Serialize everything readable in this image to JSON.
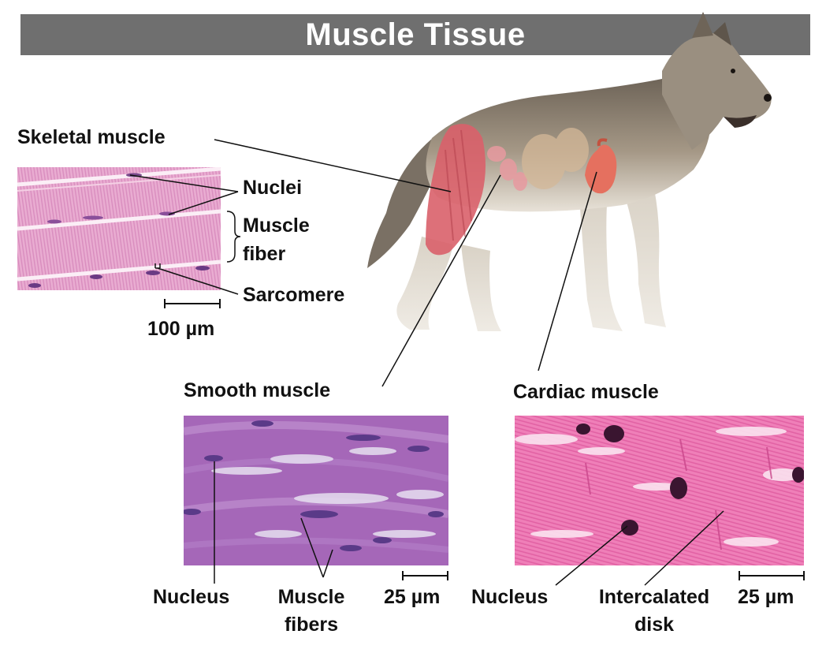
{
  "title": "Muscle Tissue",
  "skeletal": {
    "heading": "Skeletal muscle",
    "nuclei": "Nuclei",
    "fiber_line1": "Muscle",
    "fiber_line2": "fiber",
    "sarcomere": "Sarcomere",
    "scale": "100 µm"
  },
  "smooth": {
    "heading": "Smooth muscle",
    "nucleus": "Nucleus",
    "fibers_line1": "Muscle",
    "fibers_line2": "fibers",
    "scale": "25 µm"
  },
  "cardiac": {
    "heading": "Cardiac muscle",
    "nucleus": "Nucleus",
    "disk_line1": "Intercalated",
    "disk_line2": "disk",
    "scale": "25 µm"
  },
  "colors": {
    "title_bar": "#6f6f6f",
    "skeletal_tissue": "#e7a8cf",
    "smooth_tissue": "#9f5fb5",
    "cardiac_tissue": "#ee79b3",
    "nucleus_dark": "#4a2a6a"
  },
  "icons": {
    "animal": "wolf-illustration"
  }
}
